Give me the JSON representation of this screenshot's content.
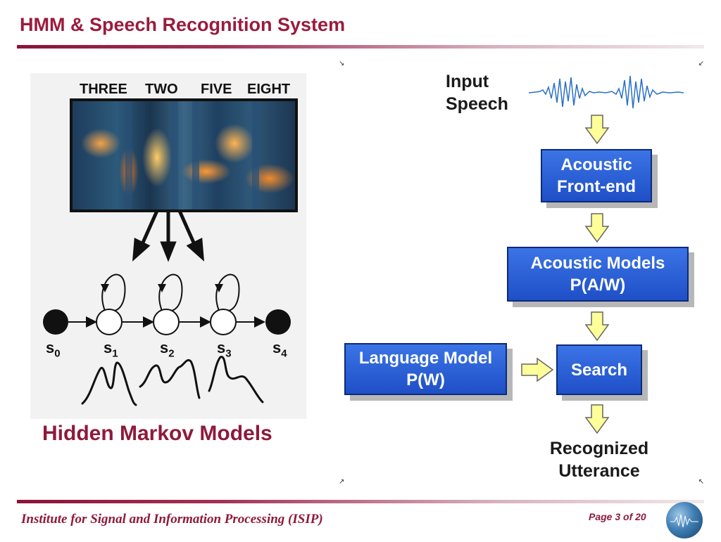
{
  "slide": {
    "title": "HMM & Speech Recognition System"
  },
  "hmm_figure": {
    "words": [
      "THREE",
      "TWO",
      "FIVE",
      "EIGHT"
    ],
    "states": [
      {
        "base": "s",
        "sub": "0"
      },
      {
        "base": "s",
        "sub": "1"
      },
      {
        "base": "s",
        "sub": "2"
      },
      {
        "base": "s",
        "sub": "3"
      },
      {
        "base": "s",
        "sub": "4"
      }
    ],
    "caption": "Hidden Markov Models"
  },
  "diagram": {
    "input_line1": "Input",
    "input_line2": "Speech",
    "front_end_line1": "Acoustic",
    "front_end_line2": "Front-end",
    "acoustic_models_line1": "Acoustic Models",
    "acoustic_models_line2": "P(A/W)",
    "language_model_line1": "Language Model",
    "language_model_line2": "P(W)",
    "search": "Search",
    "output_line1": "Recognized",
    "output_line2": "Utterance",
    "colors": {
      "box_fill": "#2a5fd8",
      "box_border": "#0c2a7a",
      "arrow_fill": "#ffff99",
      "waveform": "#2a6fc9"
    }
  },
  "footer": {
    "institute": "Institute for Signal and Information Processing (ISIP)",
    "page": "Page 3 of 20"
  }
}
